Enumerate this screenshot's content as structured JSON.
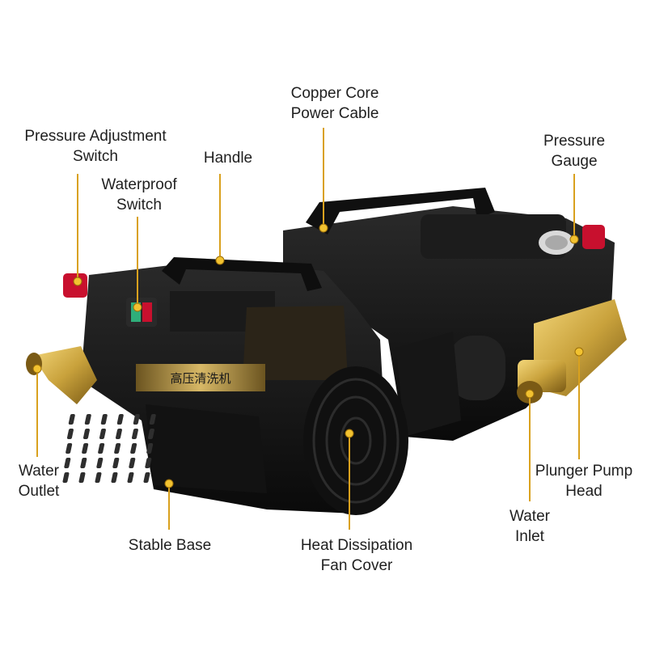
{
  "colors": {
    "background": "#ffffff",
    "machine_body": "#141414",
    "leader_line": "#d9a11e",
    "label_text": "#1f1f1f",
    "brass": "#c9a23c",
    "red_knob": "#c8102e"
  },
  "panel": {
    "chinese_title": "高压清洗机"
  },
  "callouts": [
    {
      "id": "pressure-adjustment-switch",
      "lines": [
        "Pressure Adjustment",
        "Switch"
      ]
    },
    {
      "id": "waterproof-switch",
      "lines": [
        "Waterproof",
        "Switch"
      ]
    },
    {
      "id": "handle",
      "lines": [
        "Handle"
      ]
    },
    {
      "id": "copper-core-power-cable",
      "lines": [
        "Copper Core",
        "Power Cable"
      ]
    },
    {
      "id": "pressure-gauge",
      "lines": [
        "Pressure",
        "Gauge"
      ]
    },
    {
      "id": "water-outlet",
      "lines": [
        "Water",
        "Outlet"
      ]
    },
    {
      "id": "stable-base",
      "lines": [
        "Stable Base"
      ]
    },
    {
      "id": "heat-dissipation-fan-cover",
      "lines": [
        "Heat Dissipation",
        "Fan Cover"
      ]
    },
    {
      "id": "plunger-pump-head",
      "lines": [
        "Plunger Pump",
        "Head"
      ]
    },
    {
      "id": "water-inlet",
      "lines": [
        "Water",
        "Inlet"
      ]
    }
  ]
}
